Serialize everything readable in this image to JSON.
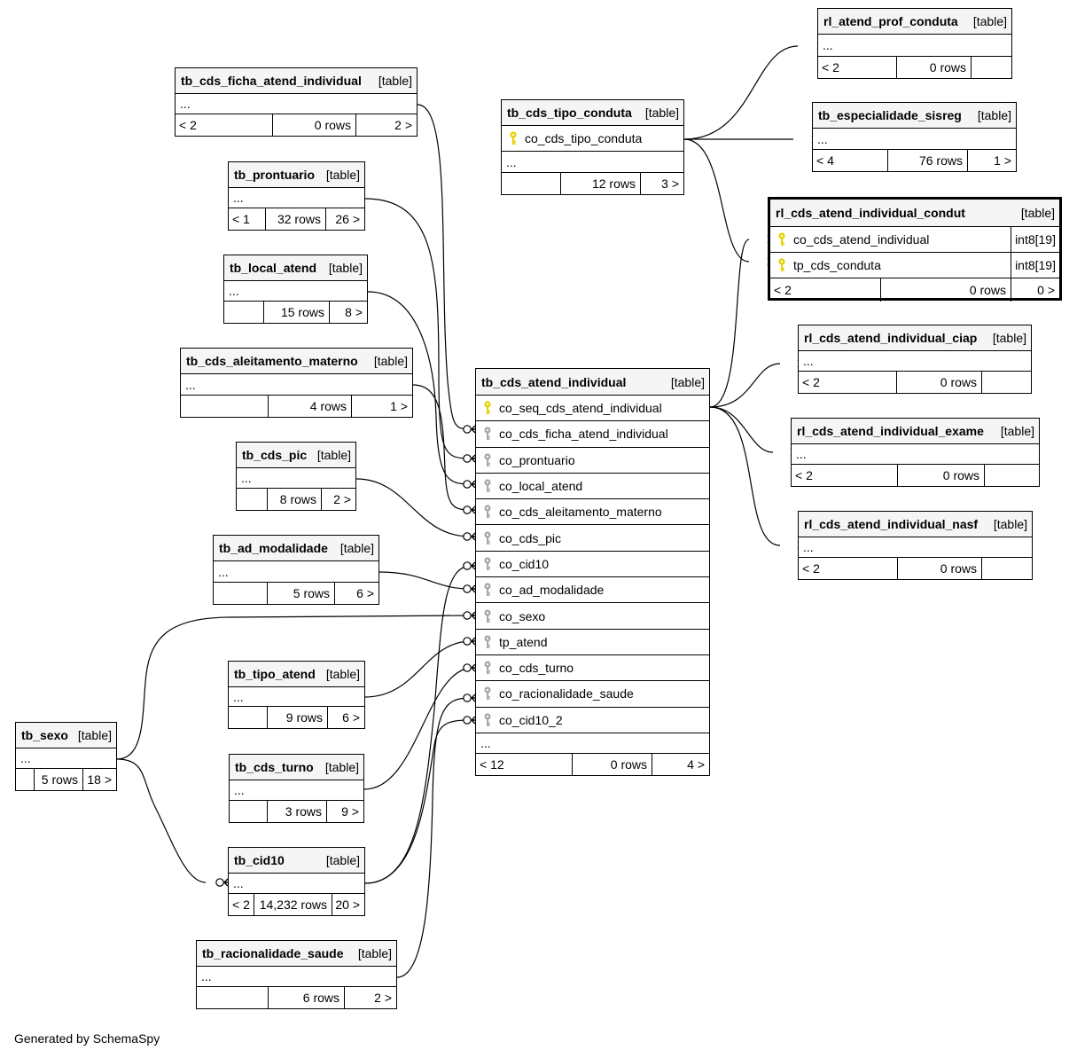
{
  "tables": {
    "rl_atend_prof_conduta": {
      "name": "rl_atend_prof_conduta",
      "tag": "[table]",
      "columns": [],
      "ellipsis": "...",
      "parents": "< 2",
      "rows": "0 rows",
      "children": ""
    },
    "tb_cds_ficha_atend_individual": {
      "name": "tb_cds_ficha_atend_individual",
      "tag": "[table]",
      "columns": [],
      "ellipsis": "...",
      "parents": "< 2",
      "rows": "0 rows",
      "children": "2 >"
    },
    "tb_cds_tipo_conduta": {
      "name": "tb_cds_tipo_conduta",
      "tag": "[table]",
      "columns": [
        {
          "name": "co_cds_tipo_conduta",
          "key": "primary",
          "type": ""
        }
      ],
      "ellipsis": "...",
      "parents": "",
      "rows": "12 rows",
      "children": "3 >"
    },
    "tb_especialidade_sisreg": {
      "name": "tb_especialidade_sisreg",
      "tag": "[table]",
      "columns": [],
      "ellipsis": "...",
      "parents": "< 4",
      "rows": "76 rows",
      "children": "1 >"
    },
    "tb_prontuario": {
      "name": "tb_prontuario",
      "tag": "[table]",
      "columns": [],
      "ellipsis": "...",
      "parents": "< 1",
      "rows": "32 rows",
      "children": "26 >"
    },
    "rl_cds_atend_individual_condut": {
      "name": "rl_cds_atend_individual_condut",
      "tag": "[table]",
      "columns": [
        {
          "name": "co_cds_atend_individual",
          "key": "primary",
          "type": "int8[19]"
        },
        {
          "name": "tp_cds_conduta",
          "key": "primary",
          "type": "int8[19]"
        }
      ],
      "ellipsis": "",
      "parents": "< 2",
      "rows": "0 rows",
      "children": "0 >"
    },
    "tb_local_atend": {
      "name": "tb_local_atend",
      "tag": "[table]",
      "columns": [],
      "ellipsis": "...",
      "parents": "",
      "rows": "15 rows",
      "children": "8 >"
    },
    "rl_cds_atend_individual_ciap": {
      "name": "rl_cds_atend_individual_ciap",
      "tag": "[table]",
      "columns": [],
      "ellipsis": "...",
      "parents": "< 2",
      "rows": "0 rows",
      "children": ""
    },
    "tb_cds_aleitamento_materno": {
      "name": "tb_cds_aleitamento_materno",
      "tag": "[table]",
      "columns": [],
      "ellipsis": "...",
      "parents": "",
      "rows": "4 rows",
      "children": "1 >"
    },
    "tb_cds_atend_individual": {
      "name": "tb_cds_atend_individual",
      "tag": "[table]",
      "columns": [
        {
          "name": "co_seq_cds_atend_individual",
          "key": "primary",
          "type": ""
        },
        {
          "name": "co_cds_ficha_atend_individual",
          "key": "foreign",
          "type": ""
        },
        {
          "name": "co_prontuario",
          "key": "foreign",
          "type": ""
        },
        {
          "name": "co_local_atend",
          "key": "foreign",
          "type": ""
        },
        {
          "name": "co_cds_aleitamento_materno",
          "key": "foreign",
          "type": ""
        },
        {
          "name": "co_cds_pic",
          "key": "foreign",
          "type": ""
        },
        {
          "name": "co_cid10",
          "key": "foreign",
          "type": ""
        },
        {
          "name": "co_ad_modalidade",
          "key": "foreign",
          "type": ""
        },
        {
          "name": "co_sexo",
          "key": "foreign",
          "type": ""
        },
        {
          "name": "tp_atend",
          "key": "foreign",
          "type": ""
        },
        {
          "name": "co_cds_turno",
          "key": "foreign",
          "type": ""
        },
        {
          "name": "co_racionalidade_saude",
          "key": "foreign",
          "type": ""
        },
        {
          "name": "co_cid10_2",
          "key": "foreign",
          "type": ""
        }
      ],
      "ellipsis": "...",
      "parents": "< 12",
      "rows": "0 rows",
      "children": "4 >"
    },
    "rl_cds_atend_individual_exame": {
      "name": "rl_cds_atend_individual_exame",
      "tag": "[table]",
      "columns": [],
      "ellipsis": "...",
      "parents": "< 2",
      "rows": "0 rows",
      "children": ""
    },
    "tb_cds_pic": {
      "name": "tb_cds_pic",
      "tag": "[table]",
      "columns": [],
      "ellipsis": "...",
      "parents": "",
      "rows": "8 rows",
      "children": "2 >"
    },
    "rl_cds_atend_individual_nasf": {
      "name": "rl_cds_atend_individual_nasf",
      "tag": "[table]",
      "columns": [],
      "ellipsis": "...",
      "parents": "< 2",
      "rows": "0 rows",
      "children": ""
    },
    "tb_ad_modalidade": {
      "name": "tb_ad_modalidade",
      "tag": "[table]",
      "columns": [],
      "ellipsis": "...",
      "parents": "",
      "rows": "5 rows",
      "children": "6 >"
    },
    "tb_tipo_atend": {
      "name": "tb_tipo_atend",
      "tag": "[table]",
      "columns": [],
      "ellipsis": "...",
      "parents": "",
      "rows": "9 rows",
      "children": "6 >"
    },
    "tb_sexo": {
      "name": "tb_sexo",
      "tag": "[table]",
      "columns": [],
      "ellipsis": "...",
      "parents": "",
      "rows": "5 rows",
      "children": "18 >"
    },
    "tb_cds_turno": {
      "name": "tb_cds_turno",
      "tag": "[table]",
      "columns": [],
      "ellipsis": "...",
      "parents": "",
      "rows": "3 rows",
      "children": "9 >"
    },
    "tb_cid10": {
      "name": "tb_cid10",
      "tag": "[table]",
      "columns": [],
      "ellipsis": "...",
      "parents": "< 2",
      "rows": "14,232 rows",
      "children": "20 >"
    },
    "tb_racionalidade_saude": {
      "name": "tb_racionalidade_saude",
      "tag": "[table]",
      "columns": [],
      "ellipsis": "...",
      "parents": "",
      "rows": "6 rows",
      "children": "2 >"
    }
  },
  "relationships": [
    {
      "from": "tb_cds_tipo_conduta.co_cds_tipo_conduta",
      "to": "rl_atend_prof_conduta"
    },
    {
      "from": "tb_cds_tipo_conduta.co_cds_tipo_conduta",
      "to": "tb_especialidade_sisreg"
    },
    {
      "from": "tb_cds_tipo_conduta.co_cds_tipo_conduta",
      "to": "rl_cds_atend_individual_condut.tp_cds_conduta"
    },
    {
      "from": "tb_cds_atend_individual.co_seq_cds_atend_individual",
      "to": "rl_cds_atend_individual_condut.co_cds_atend_individual"
    },
    {
      "from": "tb_cds_atend_individual.co_seq_cds_atend_individual",
      "to": "rl_cds_atend_individual_ciap"
    },
    {
      "from": "tb_cds_atend_individual.co_seq_cds_atend_individual",
      "to": "rl_cds_atend_individual_exame"
    },
    {
      "from": "tb_cds_atend_individual.co_seq_cds_atend_individual",
      "to": "rl_cds_atend_individual_nasf"
    },
    {
      "from": "tb_cds_ficha_atend_individual",
      "to": "tb_cds_atend_individual.co_cds_ficha_atend_individual"
    },
    {
      "from": "tb_prontuario",
      "to": "tb_cds_atend_individual.co_prontuario"
    },
    {
      "from": "tb_local_atend",
      "to": "tb_cds_atend_individual.co_local_atend"
    },
    {
      "from": "tb_cds_aleitamento_materno",
      "to": "tb_cds_atend_individual.co_cds_aleitamento_materno"
    },
    {
      "from": "tb_cds_pic",
      "to": "tb_cds_atend_individual.co_cds_pic"
    },
    {
      "from": "tb_cid10",
      "to": "tb_cds_atend_individual.co_cid10"
    },
    {
      "from": "tb_ad_modalidade",
      "to": "tb_cds_atend_individual.co_ad_modalidade"
    },
    {
      "from": "tb_sexo",
      "to": "tb_cds_atend_individual.co_sexo"
    },
    {
      "from": "tb_tipo_atend",
      "to": "tb_cds_atend_individual.tp_atend"
    },
    {
      "from": "tb_cds_turno",
      "to": "tb_cds_atend_individual.co_cds_turno"
    },
    {
      "from": "tb_racionalidade_saude",
      "to": "tb_cds_atend_individual.co_racionalidade_saude"
    },
    {
      "from": "tb_cid10",
      "to": "tb_cds_atend_individual.co_cid10_2"
    },
    {
      "from": "tb_sexo",
      "to": "tb_cid10"
    }
  ],
  "colors": {
    "primary_key": "#e6d200",
    "foreign_key": "#a8a8a8",
    "header_bg": "#f5f5f5",
    "line": "#000000"
  },
  "icons": {
    "primary_key": "key-icon",
    "foreign_key": "key-icon"
  },
  "credit": "Generated by SchemaSpy"
}
